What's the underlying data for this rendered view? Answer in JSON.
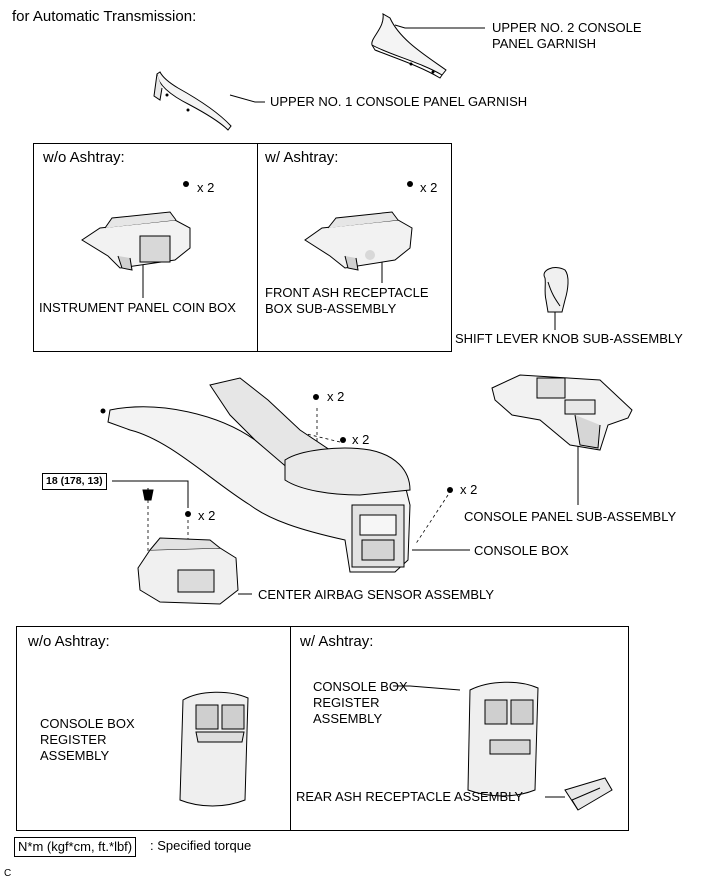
{
  "header": {
    "title": "for Automatic Transmission:"
  },
  "parts": {
    "upper_no2_garnish": "UPPER NO. 2 CONSOLE\nPANEL GARNISH",
    "upper_no1_garnish": "UPPER NO. 1 CONSOLE PANEL GARNISH",
    "instrument_panel_coin_box": "INSTRUMENT PANEL COIN BOX",
    "front_ash_receptacle": "FRONT ASH RECEPTACLE\nBOX SUB-ASSEMBLY",
    "shift_lever_knob": "SHIFT LEVER KNOB SUB-ASSEMBLY",
    "console_panel": "CONSOLE PANEL SUB-ASSEMBLY",
    "console_box": "CONSOLE BOX",
    "center_airbag_sensor": "CENTER AIRBAG SENSOR ASSEMBLY",
    "console_box_register_left": "CONSOLE BOX\nREGISTER\nASSEMBLY",
    "console_box_register_right": "CONSOLE BOX\nREGISTER\nASSEMBLY",
    "rear_ash_receptacle": "REAR ASH RECEPTACLE ASSEMBLY"
  },
  "variants": {
    "without_ashtray": "w/o Ashtray:",
    "with_ashtray": "w/ Ashtray:"
  },
  "quantities": {
    "coin_box_screws": "x 2",
    "ash_box_screws": "x 2",
    "console_top_screws": "x 2",
    "console_mid_screws": "x 2",
    "console_rear_screws": "x 2",
    "airbag_screws": "x 2"
  },
  "torque": {
    "value": "18 (178, 13)"
  },
  "legend": {
    "unit_box": "N*m (kgf*cm, ft.*lbf)",
    "description": ": Specified torque"
  },
  "footer": {
    "code": "C"
  }
}
